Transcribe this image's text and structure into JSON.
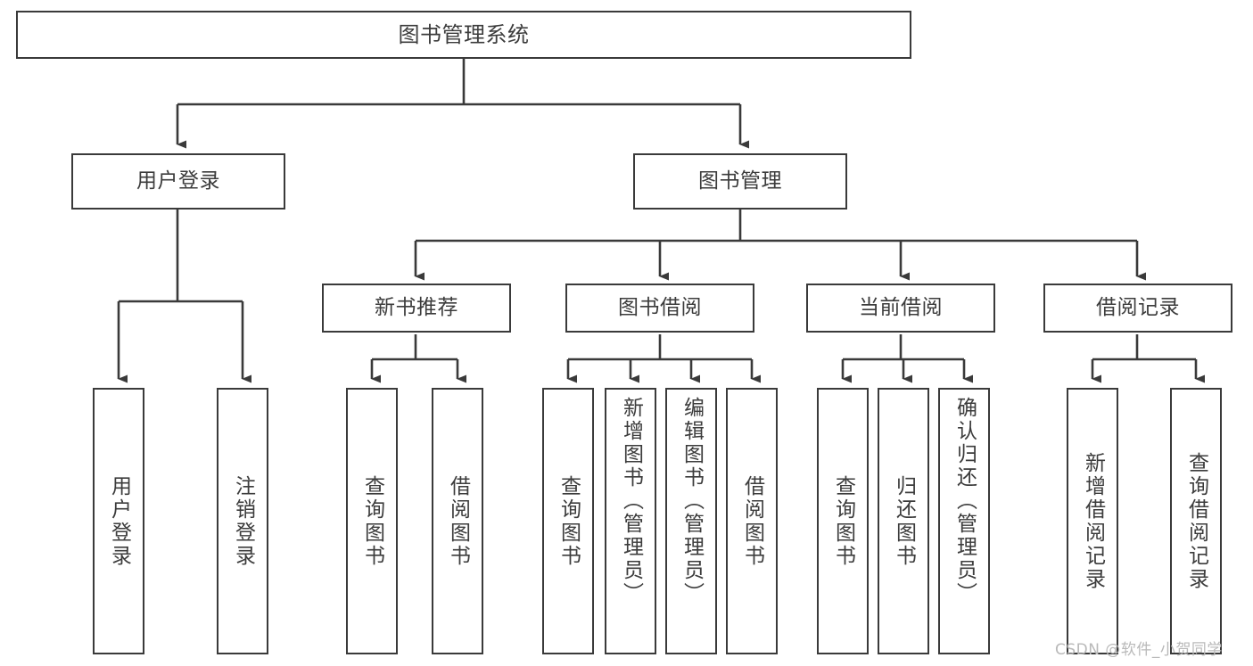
{
  "diagram": {
    "type": "tree-hierarchy",
    "title": "图书管理系统",
    "root": {
      "id": "root",
      "label": "图书管理系统"
    },
    "level1": [
      {
        "id": "user-login",
        "label": "用户登录"
      },
      {
        "id": "book-manage",
        "label": "图书管理"
      }
    ],
    "level2": [
      {
        "id": "new-book-recommend",
        "label": "新书推荐",
        "parent": "book-manage"
      },
      {
        "id": "book-borrow",
        "label": "图书借阅",
        "parent": "book-manage"
      },
      {
        "id": "current-borrow",
        "label": "当前借阅",
        "parent": "book-manage"
      },
      {
        "id": "borrow-record",
        "label": "借阅记录",
        "parent": "book-manage"
      }
    ],
    "leaves": [
      {
        "id": "leaf-user-login",
        "label": "用户登录",
        "parent": "user-login"
      },
      {
        "id": "leaf-logout",
        "label": "注销登录",
        "parent": "user-login"
      },
      {
        "id": "leaf-query-book-1",
        "label": "查询图书",
        "parent": "new-book-recommend"
      },
      {
        "id": "leaf-borrow-book-1",
        "label": "借阅图书",
        "parent": "new-book-recommend"
      },
      {
        "id": "leaf-query-book-2",
        "label": "查询图书",
        "parent": "book-borrow"
      },
      {
        "id": "leaf-add-book",
        "label": "新增图书（管理员）",
        "parent": "book-borrow"
      },
      {
        "id": "leaf-edit-book",
        "label": "编辑图书（管理员）",
        "parent": "book-borrow"
      },
      {
        "id": "leaf-borrow-book-2",
        "label": "借阅图书",
        "parent": "book-borrow"
      },
      {
        "id": "leaf-query-book-3",
        "label": "查询图书",
        "parent": "current-borrow"
      },
      {
        "id": "leaf-return-book",
        "label": "归还图书",
        "parent": "current-borrow"
      },
      {
        "id": "leaf-confirm-return",
        "label": "确认归还（管理员）",
        "parent": "current-borrow"
      },
      {
        "id": "leaf-add-record",
        "label": "新增借阅记录",
        "parent": "borrow-record"
      },
      {
        "id": "leaf-query-record",
        "label": "查询借阅记录",
        "parent": "borrow-record"
      }
    ],
    "colors": {
      "border": "#3a3a3a",
      "text": "#3c3c3c",
      "background": "#ffffff",
      "watermark": "#b9b9b9"
    }
  },
  "watermark": {
    "text": "CSDN @软件_小贺同学"
  }
}
